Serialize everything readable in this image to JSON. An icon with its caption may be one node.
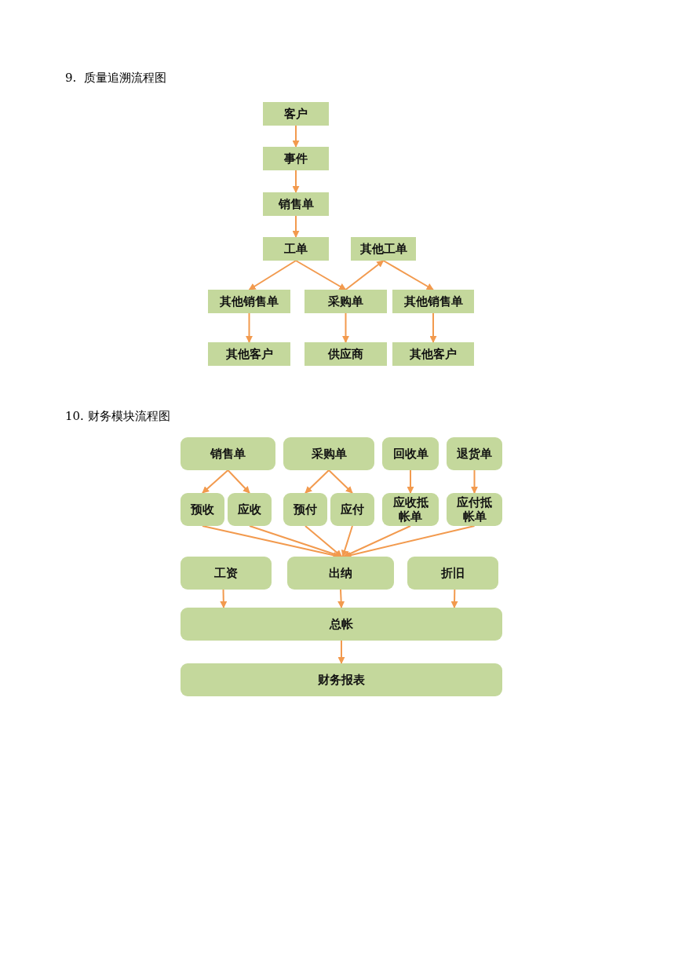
{
  "diagram": {
    "nodes": [
      {
        "text": [
          "客户"
        ]
      },
      {
        "text": [
          "事件"
        ]
      },
      {
        "text": [
          "销售单"
        ]
      },
      {
        "text": [
          "工单"
        ]
      },
      {
        "text": [
          "其他工单"
        ]
      },
      {
        "text": [
          "其他销售单"
        ]
      },
      {
        "text": [
          "采购单"
        ]
      },
      {
        "text": [
          "其他销售单"
        ]
      },
      {
        "text": [
          "其他客户"
        ]
      },
      {
        "text": [
          "供应商"
        ]
      },
      {
        "text": [
          "其他客户"
        ]
      },
      {
        "text": [
          "销售单"
        ]
      },
      {
        "text": [
          "采购单"
        ]
      },
      {
        "text": [
          "回收单"
        ]
      },
      {
        "text": [
          "退货单"
        ]
      },
      {
        "text": [
          "预收"
        ]
      },
      {
        "text": [
          "应收"
        ]
      },
      {
        "text": [
          "预付"
        ]
      },
      {
        "text": [
          "应付"
        ]
      },
      {
        "text": [
          "应收抵帐单"
        ]
      },
      {
        "text": [
          "应付抵帐单"
        ]
      },
      {
        "text": [
          "工资"
        ]
      },
      {
        "text": [
          "出纳"
        ]
      },
      {
        "text": [
          "折旧"
        ]
      },
      {
        "text": [
          "总帐"
        ]
      },
      {
        "text": [
          "财务报表"
        ]
      }
    ],
    "edges": [
      {
        "from": 0,
        "to": 1,
        "arrow": "to"
      },
      {
        "from": 1,
        "to": 2,
        "arrow": "to"
      },
      {
        "from": 2,
        "to": 3,
        "arrow": "to"
      },
      {
        "from": 3,
        "to": 5,
        "arrow": "to"
      },
      {
        "from": 3,
        "to": 6,
        "arrow": "to"
      },
      {
        "from": 6,
        "to": 4,
        "arrow": "to"
      },
      {
        "from": 4,
        "to": 7,
        "arrow": "to"
      },
      {
        "from": 5,
        "to": 8,
        "arrow": "to"
      },
      {
        "from": 6,
        "to": 9,
        "arrow": "to"
      },
      {
        "from": 7,
        "to": 10,
        "arrow": "to"
      },
      {
        "from": 11,
        "to": 15,
        "arrow": "to"
      },
      {
        "from": 11,
        "to": 16,
        "arrow": "to"
      },
      {
        "from": 12,
        "to": 17,
        "arrow": "to"
      },
      {
        "from": 12,
        "to": 18,
        "arrow": "to"
      },
      {
        "from": 13,
        "to": 19,
        "arrow": "to"
      },
      {
        "from": 14,
        "to": 20,
        "arrow": "to"
      },
      {
        "from": 15,
        "to": 22,
        "arrow": "to"
      },
      {
        "from": 16,
        "to": 22,
        "arrow": "to"
      },
      {
        "from": 17,
        "to": 22,
        "arrow": "to"
      },
      {
        "from": 18,
        "to": 22,
        "arrow": "to"
      },
      {
        "from": 19,
        "to": 22,
        "arrow": "to"
      },
      {
        "from": 20,
        "to": 22,
        "arrow": "to"
      },
      {
        "from": 21,
        "to": 24,
        "arrow": "to"
      },
      {
        "from": 22,
        "to": 24,
        "arrow": "to"
      },
      {
        "from": 23,
        "to": 24,
        "arrow": "to"
      },
      {
        "from": 24,
        "to": 25,
        "arrow": "to"
      }
    ],
    "labels": [
      "9.  质量追溯流程图",
      "10. 财务模块流程图"
    ]
  }
}
